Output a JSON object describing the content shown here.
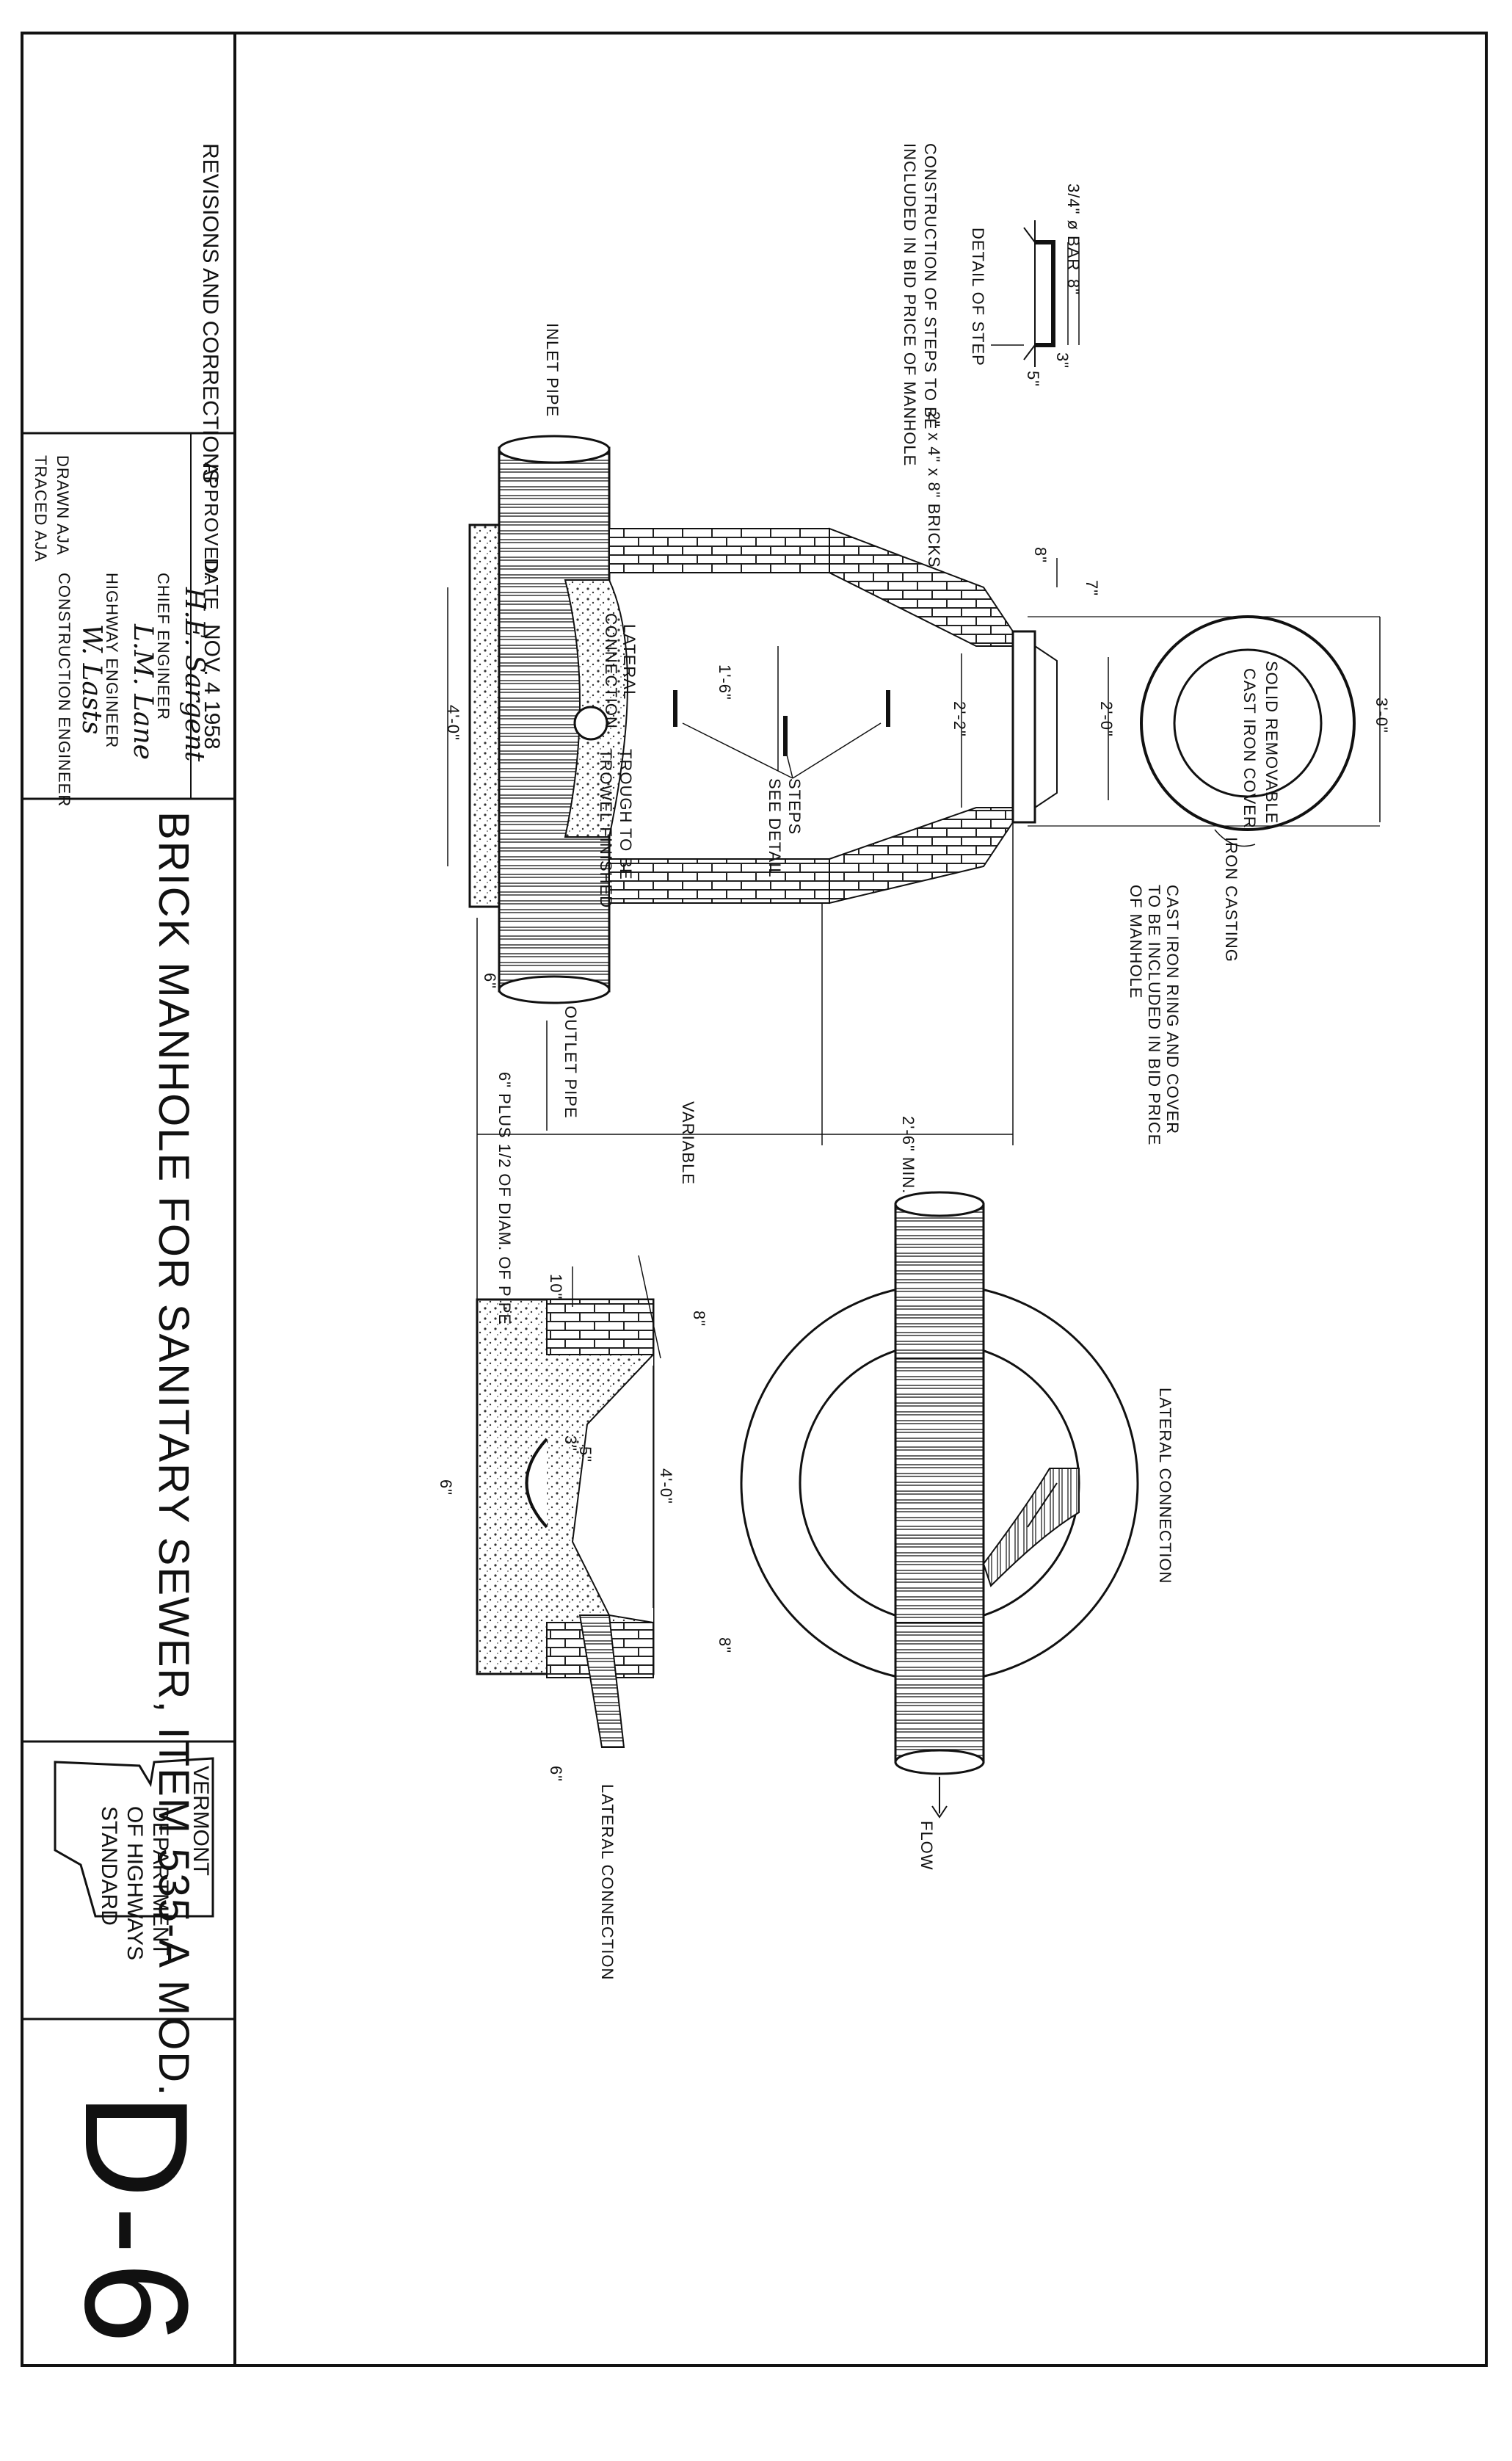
{
  "title_block": {
    "revisions": "REVISIONS AND CORRECTIONS",
    "approved": "APPROVED:",
    "date_label": "DATE",
    "date_value": "NOV. 4 1958",
    "signatures": [
      {
        "name": "H.E. Sargent",
        "role": "CHIEF ENGINEER"
      },
      {
        "name": "L.M. Lane",
        "role": "HIGHWAY ENGINEER"
      },
      {
        "name": "W. Lasts",
        "role": "CONSTRUCTION ENGINEER"
      }
    ],
    "drawn": "DRAWN",
    "drawn_by": "AJA",
    "traced": "TRACED",
    "traced_by": "AJA",
    "drawing_title": "BRICK MANHOLE FOR SANITARY SEWER, ITEM 535-A MOD.",
    "state": "VERMONT",
    "agency": "DEPARTMENT",
    "agency2": "OF HIGHWAYS",
    "standard": "STANDARD",
    "sheet": "D-6"
  },
  "labels": {
    "step_bar": "3/4\" ø BAR",
    "detail_of_step": "DETAIL OF STEP",
    "steps_note_1": "CONSTRUCTION OF STEPS TO BE",
    "steps_note_2": "INCLUDED IN BID PRICE OF MANHOLE",
    "bricks": "2\" x 4\" x 8\" BRICKS",
    "inlet_pipe": "INLET PIPE",
    "outlet_pipe": "OUTLET PIPE",
    "lateral_connection_a": "LATERAL",
    "lateral_connection_b": "CONNECTION",
    "trough_1": "TROUGH TO BE",
    "trough_2": "TROWEL FINISHED",
    "steps": "STEPS",
    "see_detail": "SEE DETAIL",
    "solid_1": "SOLID REMOVABLE",
    "solid_2": "CAST IRON COVER",
    "iron_casting": "IRON CASTING",
    "ring_note_1": "CAST IRON RING AND COVER",
    "ring_note_2": "TO BE INCLUDED IN BID PRICE",
    "ring_note_3": "OF MANHOLE",
    "variable": "VARIABLE",
    "six_plus": "6\" PLUS 1/2 OF DIAM. OF PIPE",
    "two_six_min": "2'-6\" MIN.",
    "lateral_connection": "LATERAL CONNECTION",
    "flow": "FLOW"
  },
  "dimensions": {
    "d_8": "8\"",
    "d_3": "3\"",
    "d_5": "5\"",
    "d_7": "7\"",
    "d_1_6": "1'-6\"",
    "d_2_0": "2'-0\"",
    "d_2_2": "2'-2\"",
    "d_3_0": "3'-0\"",
    "d_4_0": "4'-0\"",
    "d_6": "6\"",
    "d_10": "10\""
  }
}
